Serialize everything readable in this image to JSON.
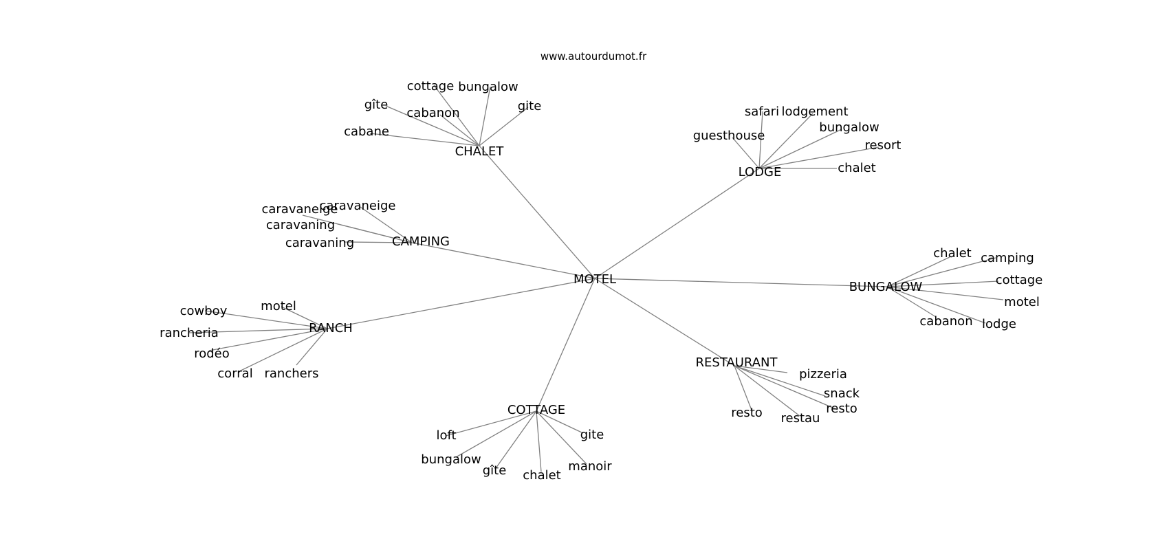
{
  "source_label": "www.autourdumot.fr",
  "colors": {
    "edge": "#808080",
    "text": "#000000",
    "background": "#ffffff"
  },
  "center": "MOTEL",
  "clusters": [
    {
      "hub": "CHALET",
      "neighbors": [
        "cottage",
        "bungalow",
        "gîte",
        "cabanon",
        "gite",
        "cabane"
      ]
    },
    {
      "hub": "LODGE",
      "neighbors": [
        "safari",
        "lodgement",
        "guesthouse",
        "bungalow",
        "resort",
        "chalet"
      ]
    },
    {
      "hub": "CAMPING",
      "neighbors": [
        "caravaneige",
        "caravaneige",
        "caravaning",
        "caravaning"
      ]
    },
    {
      "hub": "BUNGALOW",
      "neighbors": [
        "chalet",
        "camping",
        "cottage",
        "motel",
        "cabanon",
        "lodge"
      ]
    },
    {
      "hub": "RANCH",
      "neighbors": [
        "motel",
        "cowboy",
        "rancheria",
        "rodéo",
        "corral",
        "ranchers"
      ]
    },
    {
      "hub": "RESTAURANT",
      "neighbors": [
        "pizzeria",
        "snack",
        "resto",
        "resto",
        "restau"
      ]
    },
    {
      "hub": "COTTAGE",
      "neighbors": [
        "loft",
        "gite",
        "bungalow",
        "gîte",
        "chalet",
        "manoir"
      ]
    }
  ]
}
